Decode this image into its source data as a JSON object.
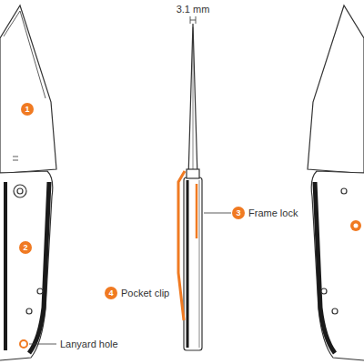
{
  "diagram": {
    "labels": [
      "3.1 mm",
      "1",
      "2",
      "3",
      "Frame lock",
      "4",
      "Pocket clip",
      "Lanyard hole"
    ]
  }
}
